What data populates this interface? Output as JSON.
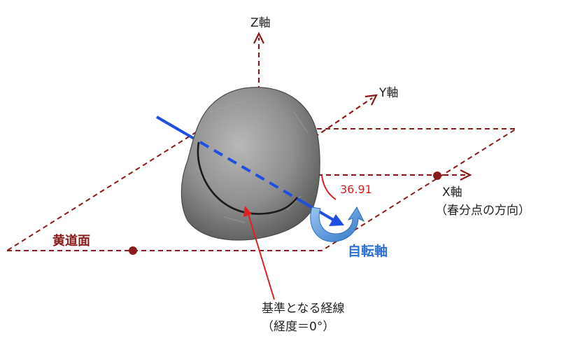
{
  "labels": {
    "z_axis": "Z軸",
    "y_axis": "Y軸",
    "x_axis": "X軸",
    "x_axis_note": "（春分点の方向）",
    "ecliptic_plane": "黄道面",
    "angle": "36.91",
    "spin_axis": "自転軸",
    "reference_meridian": "基準となる経線",
    "reference_meridian_note": "（経度＝0°）"
  },
  "colors": {
    "axis": "#8b1a1a",
    "spin_axis": "#1f4fe0",
    "angle": "#d81e1e",
    "spin_label": "#2f6fd6",
    "body_fill": "#8a8a8a",
    "rotation_arrow": "#4a8fd6"
  }
}
